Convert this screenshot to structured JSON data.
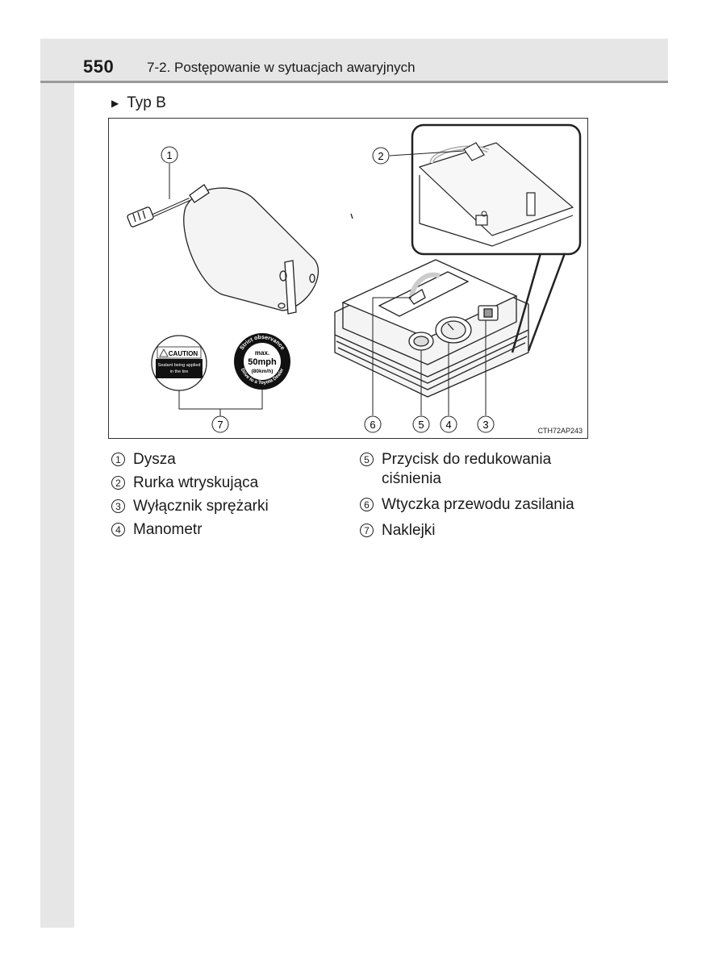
{
  "header": {
    "page_number": "550",
    "section_title": "7-2. Postępowanie w sytuacjach awaryjnych"
  },
  "type_heading": {
    "marker": "▶",
    "text": "Typ B"
  },
  "figure": {
    "code": "CTH72AP243",
    "callouts": [
      "1",
      "2",
      "3",
      "4",
      "5",
      "6",
      "7"
    ],
    "caution_label": {
      "title": "CAUTION",
      "line1": "Sealant being applied",
      "line2": "in the tire"
    },
    "speed_label": {
      "top_arc": "Strict observance",
      "max": "max.",
      "speed": "50mph",
      "kmh": "(80km/h)",
      "bottom_arc": "Drive to a Toyota Dealer"
    }
  },
  "legend": {
    "left": [
      {
        "num": "1",
        "label": "Dysza"
      },
      {
        "num": "2",
        "label": "Rurka wtryskująca"
      },
      {
        "num": "3",
        "label": "Wyłącznik sprężarki"
      },
      {
        "num": "4",
        "label": "Manometr"
      }
    ],
    "right": [
      {
        "num": "5",
        "label": "Przycisk do redukowania ciśnienia"
      },
      {
        "num": "6",
        "label": "Wtyczka przewodu zasilania"
      },
      {
        "num": "7",
        "label": "Naklejki"
      }
    ]
  }
}
